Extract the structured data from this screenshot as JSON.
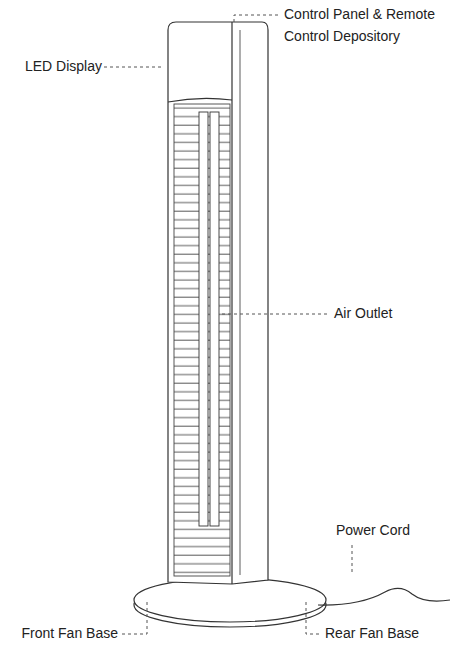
{
  "diagram": {
    "labels": [
      "Control Panel & Remote Control Depository",
      "LED Display",
      "Air Outlet",
      "Power Cord",
      "Front Fan Base",
      "Rear Fan Base"
    ]
  }
}
